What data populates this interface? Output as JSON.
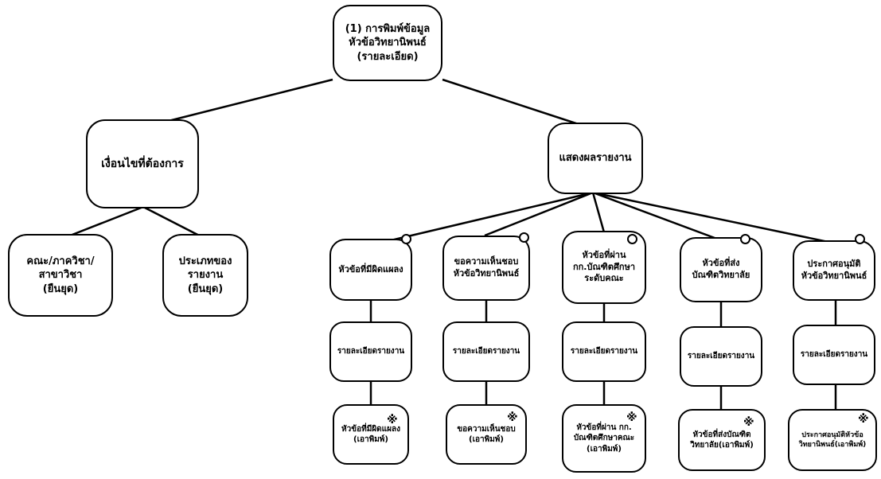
{
  "root": {
    "label": "(1) การพิมพ์ข้อมูล\nหัวข้อวิทยานิพนธ์\n(รายละเอียด)"
  },
  "left_branch": {
    "label": "เงื่อนไขที่ต้องการ",
    "children": [
      {
        "label": "คณะ/ภาควิชา/\nสาขาวิชา\n(ยืนยุด)"
      },
      {
        "label": "ประเภทของ\nรายงาน\n(ยืนยุด)"
      }
    ]
  },
  "right_branch": {
    "label": "แสดงผลรายงาน"
  },
  "reports": [
    {
      "title": "หัวข้อที่มีผิดแผลง",
      "detail": "รายละเอียดรายงาน",
      "output": "หัวข้อที่มีผิดแผลง\n(เอาพิมพ์)",
      "marker": "○",
      "output_marker": "※"
    },
    {
      "title": "ขอความเห็นชอบ\nหัวข้อวิทยานิพนธ์",
      "detail": "รายละเอียดรายงาน",
      "output": "ขอความเห็นชอบ\n(เอาพิมพ์)",
      "marker": "○",
      "output_marker": "※"
    },
    {
      "title": "หัวข้อที่ผ่าน\nกก.บัณฑิตศึกษา\nระดับคณะ",
      "detail": "รายละเอียดรายงาน",
      "output": "หัวข้อที่ผ่าน กก.\nบัณฑิตศึกษาคณะ\n(เอาพิมพ์)",
      "marker": "○",
      "output_marker": "※"
    },
    {
      "title": "หัวข้อที่ส่ง\nบัณฑิตวิทยาลัย",
      "detail": "รายละเอียดรายงาน",
      "output": "หัวข้อที่ส่งบัณฑิต\nวิทยาลัย(เอาพิมพ์)",
      "marker": "○",
      "output_marker": "※"
    },
    {
      "title": "ประกาศอนุมัติ\nหัวข้อวิทยานิพนธ์",
      "detail": "รายละเอียดรายงาน",
      "output": "ประกาศอนุมัติหัวข้อ\nวิทยานิพนธ์(เอาพิมพ์)",
      "marker": "○",
      "output_marker": "※"
    }
  ]
}
